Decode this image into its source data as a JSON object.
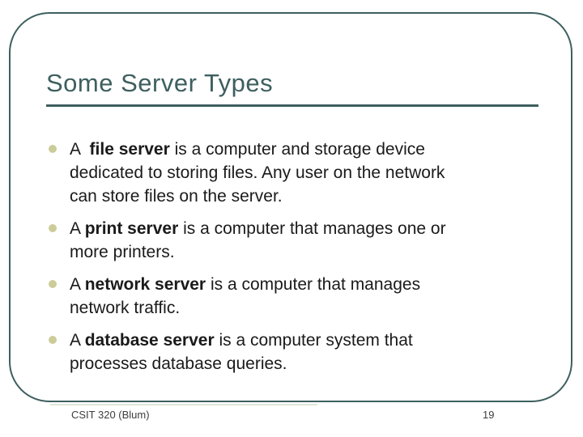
{
  "slide": {
    "title": "Some Server Types",
    "footer": "CSIT 320 (Blum)",
    "page_number": "19",
    "bullets": [
      {
        "segments": [
          {
            "t": "A  ",
            "b": false
          },
          {
            "t": "file server",
            "b": true
          },
          {
            "t": " is a computer and storage device",
            "b": false
          },
          {
            "br": true
          },
          {
            "t": "dedicated to storing files. Any user on the network",
            "b": false
          },
          {
            "br": true
          },
          {
            "t": "can store files on the server.",
            "b": false
          }
        ]
      },
      {
        "segments": [
          {
            "t": "A ",
            "b": false
          },
          {
            "t": "print server",
            "b": true
          },
          {
            "t": " is a computer that manages one or",
            "b": false
          },
          {
            "br": true
          },
          {
            "t": "more printers.",
            "b": false
          }
        ]
      },
      {
        "segments": [
          {
            "t": "A ",
            "b": false
          },
          {
            "t": "network server",
            "b": true
          },
          {
            "t": " is a computer that manages",
            "b": false
          },
          {
            "br": true
          },
          {
            "t": "network traffic.",
            "b": false
          }
        ]
      },
      {
        "segments": [
          {
            "t": "A ",
            "b": false
          },
          {
            "t": "database server",
            "b": true
          },
          {
            "t": " is a computer system that",
            "b": false
          },
          {
            "br": true
          },
          {
            "t": "processes database queries.",
            "b": false
          }
        ]
      }
    ]
  },
  "colors": {
    "accent_teal": "#3E5F5F",
    "bullet_olive": "#CCCC99",
    "body_text": "#1A1A1A",
    "footer_text": "#3D3D3D",
    "background": "#FFFFFF"
  }
}
